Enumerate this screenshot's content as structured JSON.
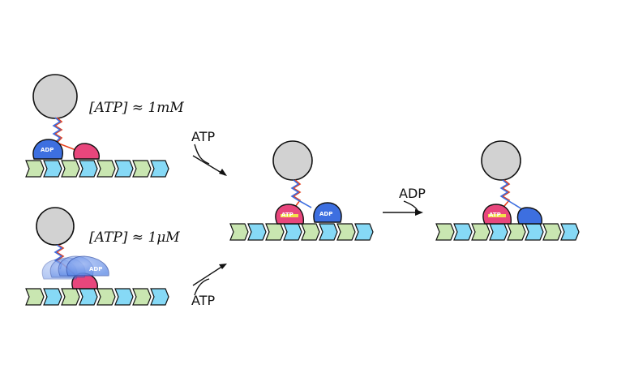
{
  "panels": {
    "high_atp": {
      "concentration": "[ATP] ≈ 1mM",
      "head_label": "ADP"
    },
    "low_atp": {
      "concentration": "[ATP] ≈ 1μM",
      "head_label": "ADP"
    },
    "middle": {
      "front_head_label": "ATP",
      "rear_head_label": "ADP"
    },
    "right": {
      "front_head_label": "ATP"
    }
  },
  "arrows": {
    "top": "ATP",
    "bottom": "ATP",
    "release": "ADP"
  },
  "colors": {
    "bead": "#d2d2d2",
    "tubulin_alpha": "#c9e6b1",
    "tubulin_beta": "#86d9f6",
    "head_pink": "#e8467c",
    "head_blue": "#3d6fe0",
    "neck_red": "#e8401c",
    "neck_blue": "#3d6fe0"
  }
}
